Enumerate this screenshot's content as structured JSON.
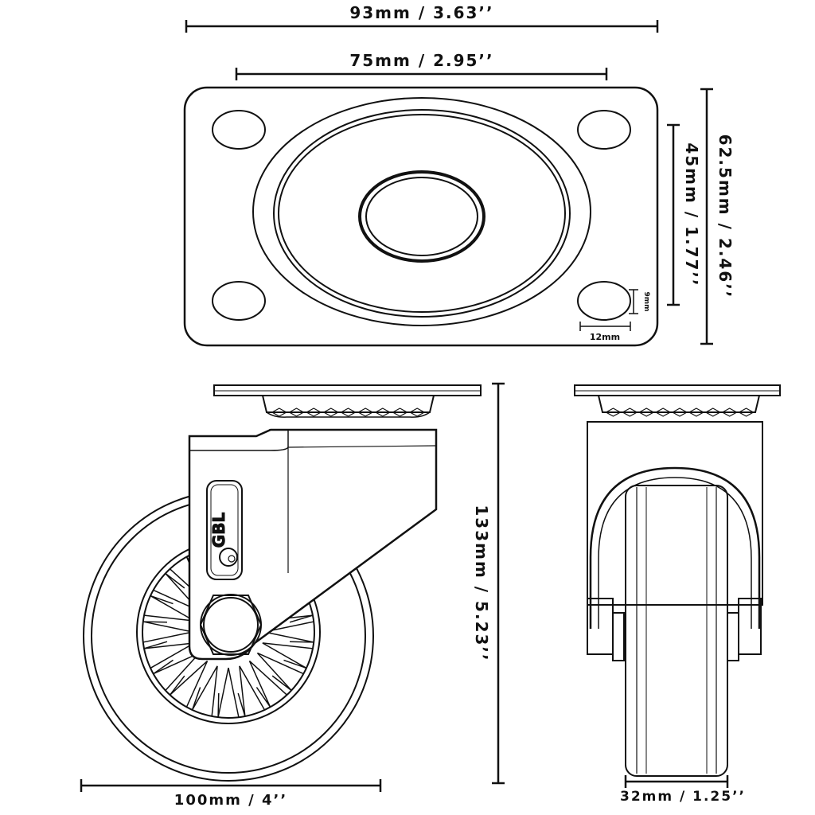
{
  "dimensions": {
    "plate_width": "93mm / 3.63’’",
    "bolt_spacing_x": "75mm / 2.95’’",
    "plate_height": "62.5mm / 2.46’’",
    "bolt_spacing_y": "45mm / 1.77’’",
    "slot_height": "9mm",
    "slot_width": "12mm",
    "total_height": "133mm / 5.23’’",
    "wheel_diameter": "100mm / 4’’",
    "wheel_width": "32mm / 1.25’’"
  },
  "brand_logo": "GBL",
  "colors": {
    "line": "#111111",
    "background": "#ffffff"
  }
}
